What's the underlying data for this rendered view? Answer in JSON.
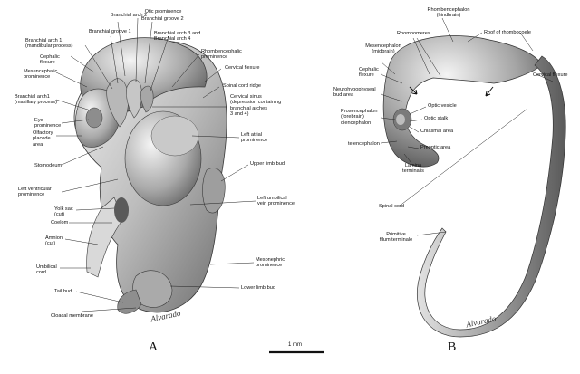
{
  "figure": {
    "panel_a": "A",
    "panel_b": "B",
    "scale_bar_label": "1 mm",
    "signature_a": "Alvarado",
    "signature_b": "Alvarado"
  },
  "labels_a": {
    "branchial_arch_2": "Branchial arch 2",
    "otic_prominence": "Otic prominence",
    "branchial_groove_1": "Branchial groove 1",
    "branchial_groove_2": "Branchial groove 2",
    "branchial_arch_1_mandibular": "Branchial arch 1\n(mandibular process)",
    "branchial_arch_3_4": "Branchial arch 3 and\nBranchial arch 4",
    "rhombencephalic_prominence": "Rhombencephalic\nprominence",
    "cephalic_flexure": "Cephalic\nflexure",
    "mesencephalic_prominence": "Mesencephalic\nprominence",
    "cervical_flexure": "Cervical flexure",
    "spinal_cord_ridge": "Spinal cord ridge",
    "branchial_arch_1_maxillary": "Branchial arch1\n(maxillary process)",
    "cervical_sinus": "Cervical sinus\n(depression containing\nbranchial arches\n3 and 4)",
    "eye_prominence": "Eye\nprominence",
    "olfactory_placode": "Olfactory\nplacode\narea",
    "left_atrial_prominence": "Left atrial\nprominence",
    "stomodeum": "Stomodeum",
    "upper_limb_bud": "Upper limb bud",
    "left_ventricular_prominence": "Left ventricular\nprominence",
    "left_umbilical_vein": "Left umbilical\nvein prominence",
    "yolk_sac": "Yolk sac\n(cut)",
    "coelom": "Coelom",
    "amnion": "Amnion\n(cut)",
    "mesonephric_prominence": "Mesonephric\nprominence",
    "umbilical_cord": "Umbilical\ncord",
    "lower_limb_bud": "Lower limb bud",
    "tail_bud": "Tail bud",
    "cloacal_membrane": "Cloacal membrane"
  },
  "labels_b": {
    "rhombencephalon": "Rhombencephalon\n(hindbrain)",
    "rhombomeres": "Rhombomeres",
    "roof_of_rhombocoele": "Roof of rhombocoele",
    "mesencephalon": "Mesencephalon\n(midbrain)",
    "cephalic_flexure": "Cephalic\nflexure",
    "cervical_flexure": "Cervical flexure",
    "neurohypophyseal": "Neurohypophyseal\nbud area",
    "optic_vesicle": "Optic vesicle",
    "prosencephalon": "Prosencephalon\n(forebrain)\ndiencephalon",
    "optic_stalk": "Optic stalk",
    "chiasmal_area": "Chiasmal area",
    "telencephalon": "telencephalon",
    "preoptic_area": "Preoptic area",
    "lamina_terminalis": "Lamina\nterminalis",
    "spinal_cord": "Spinal cord",
    "primitive_filum": "Primitive\nfilum terminale"
  }
}
